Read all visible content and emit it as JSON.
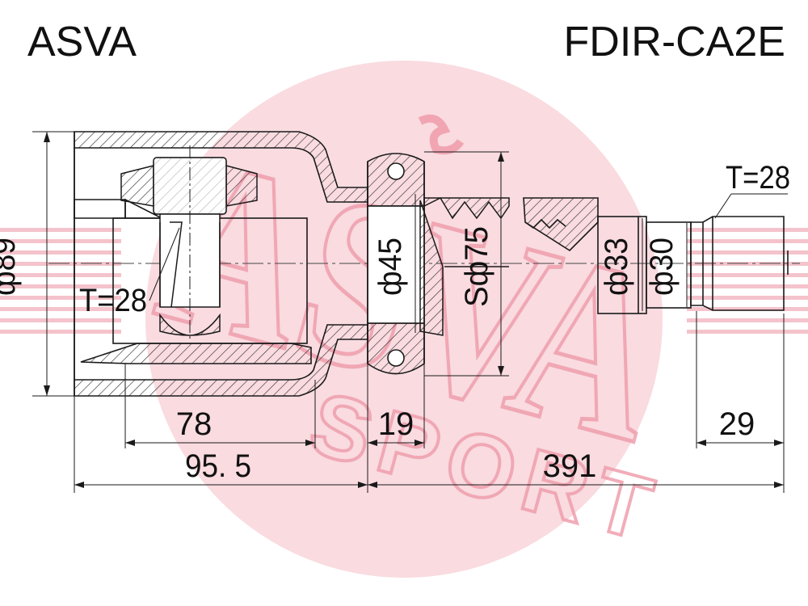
{
  "header": {
    "brand": "ASVA",
    "part_number": "FDIR-CA2E"
  },
  "watermark": {
    "lettering": "ASVA",
    "sub_lettering": "SPORT",
    "color": "#f2b9c3"
  },
  "colors": {
    "line": "#1a1a1a",
    "hatch": "#333333",
    "center_line": "#444444"
  },
  "dimensions": {
    "housing_diameter": "ф89",
    "inner_thread_left": "T=28",
    "boot_diameter": "ф45",
    "sphere_diameter": "Sф75",
    "shaft_diameter_1": "ф33",
    "shaft_diameter_2": "ф30",
    "outer_thread_right": "T=28",
    "housing_length": "78",
    "flange_width": "19",
    "spline_length": "29",
    "overall_left": "95. 5",
    "overall_right": "391"
  }
}
